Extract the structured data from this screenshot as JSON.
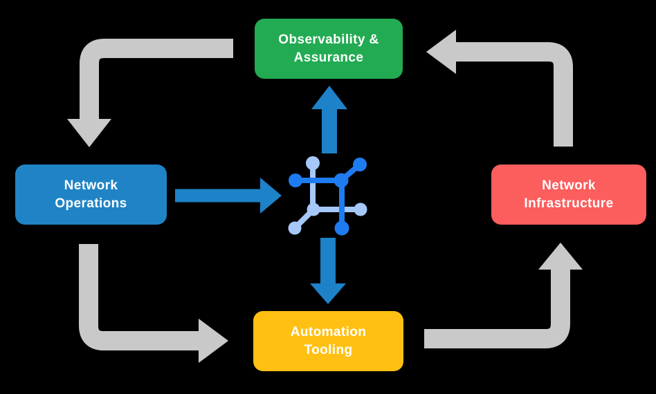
{
  "diagram": {
    "background_color": "#000000",
    "nodes": [
      {
        "id": "observability-assurance",
        "line1": "Observability &",
        "line2": "Assurance",
        "color": "#22AB52",
        "text_color": "#FFFFFF"
      },
      {
        "id": "network-operations",
        "line1": "Network",
        "line2": "Operations",
        "color": "#1F83C6",
        "text_color": "#FFFFFF"
      },
      {
        "id": "network-infrastructure",
        "line1": "Network",
        "line2": "Infrastructure",
        "color": "#FC5D5D",
        "text_color": "#FFFFFF"
      },
      {
        "id": "automation-tooling",
        "line1": "Automation",
        "line2": "Tooling",
        "color": "#FFC013",
        "text_color": "#FFFFFF"
      }
    ],
    "center_icon": {
      "name": "network-mesh-icon",
      "dark_blue": "#1E7CF0",
      "light_blue": "#A6C8F8"
    },
    "arrow_colors": {
      "cycle_gray": "#C9C9C9",
      "core_blue": "#1E82C8"
    },
    "flows": [
      {
        "from": "observability-assurance",
        "to": "network-operations",
        "style": "gray-cycle"
      },
      {
        "from": "network-operations",
        "to": "automation-tooling",
        "style": "gray-cycle"
      },
      {
        "from": "automation-tooling",
        "to": "network-infrastructure",
        "style": "gray-cycle"
      },
      {
        "from": "network-infrastructure",
        "to": "observability-assurance",
        "style": "gray-cycle"
      },
      {
        "from": "network-operations",
        "to": "center-icon",
        "style": "blue-core"
      },
      {
        "from": "center-icon",
        "to": "observability-assurance",
        "style": "blue-core"
      },
      {
        "from": "center-icon",
        "to": "automation-tooling",
        "style": "blue-core"
      }
    ]
  }
}
